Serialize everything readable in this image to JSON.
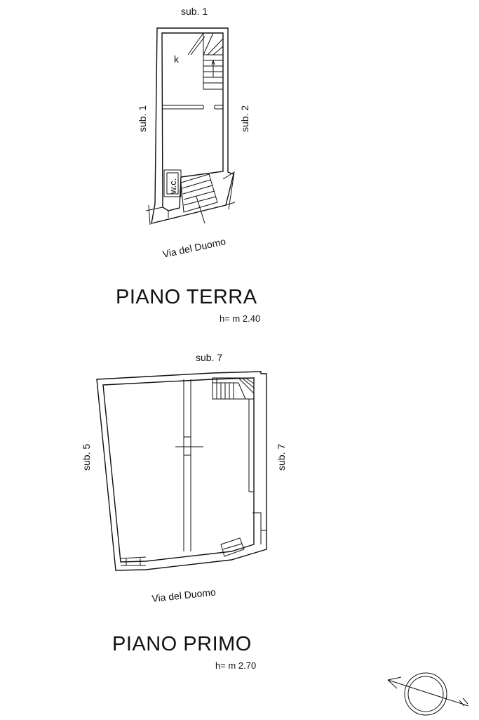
{
  "ground_floor": {
    "neighbor_top": "sub. 1",
    "neighbor_left": "sub. 1",
    "neighbor_right": "sub. 2",
    "room_kitchen": "k",
    "room_wc": "w.c.",
    "street": "Via del Duomo",
    "title": "PIANO TERRA",
    "height": "h= m 2.40"
  },
  "first_floor": {
    "neighbor_top": "sub. 7",
    "neighbor_left": "sub. 5",
    "neighbor_right": "sub. 7",
    "street": "Via del Duomo",
    "title": "PIANO PRIMO",
    "height": "h= m 2.70"
  },
  "compass": {
    "icon": "north-arrow-icon"
  }
}
